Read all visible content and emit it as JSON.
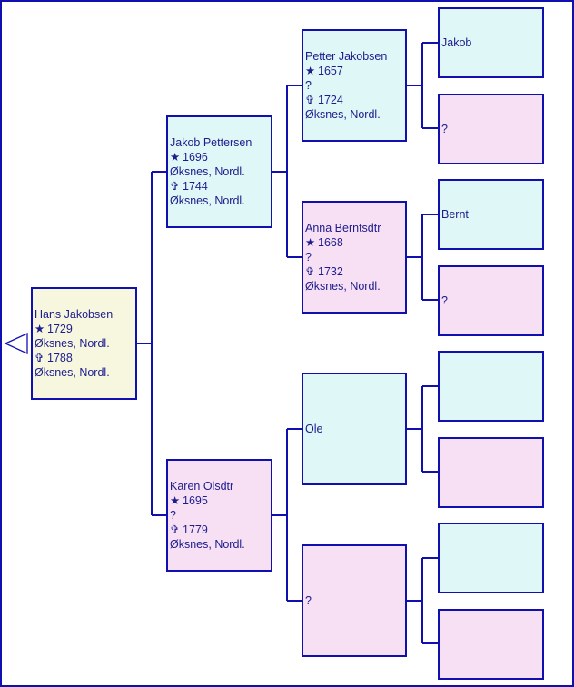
{
  "symbols": {
    "birth": "★",
    "death": "✞"
  },
  "colors": {
    "male": "#dff7f7",
    "female": "#f7dff4",
    "root": "#f7f7e0",
    "border": "#1010b0",
    "text": "#1c1c8c"
  },
  "persons": [
    {
      "id": "root",
      "name": "Hans Jakobsen",
      "birth_year": "1729",
      "birth_place": "Øksnes, Nordl.",
      "death_year": "1788",
      "death_place": "Øksnes, Nordl."
    },
    {
      "id": "father",
      "name": "Jakob Pettersen",
      "birth_year": "1696",
      "birth_place": "Øksnes, Nordl.",
      "death_year": "1744",
      "death_place": "Øksnes, Nordl."
    },
    {
      "id": "mother",
      "name": "Karen Olsdtr",
      "birth_year": "1695",
      "birth_place": "?",
      "death_year": "1779",
      "death_place": "Øksnes, Nordl."
    },
    {
      "id": "ff",
      "name": "Petter Jakobsen",
      "birth_year": "1657",
      "birth_place": "?",
      "death_year": "1724",
      "death_place": "Øksnes, Nordl."
    },
    {
      "id": "fm",
      "name": "Anna Berntsdtr",
      "birth_year": "1668",
      "birth_place": "?",
      "death_year": "1732",
      "death_place": "Øksnes, Nordl."
    },
    {
      "id": "mf",
      "name": "Ole"
    },
    {
      "id": "mm",
      "name": "?"
    },
    {
      "id": "fff",
      "name": "Jakob"
    },
    {
      "id": "ffm",
      "name": "?"
    },
    {
      "id": "fmf",
      "name": "Bernt"
    },
    {
      "id": "fmm",
      "name": "?"
    },
    {
      "id": "mff",
      "name": ""
    },
    {
      "id": "mfm",
      "name": ""
    },
    {
      "id": "mmf",
      "name": ""
    },
    {
      "id": "mmm",
      "name": ""
    }
  ]
}
